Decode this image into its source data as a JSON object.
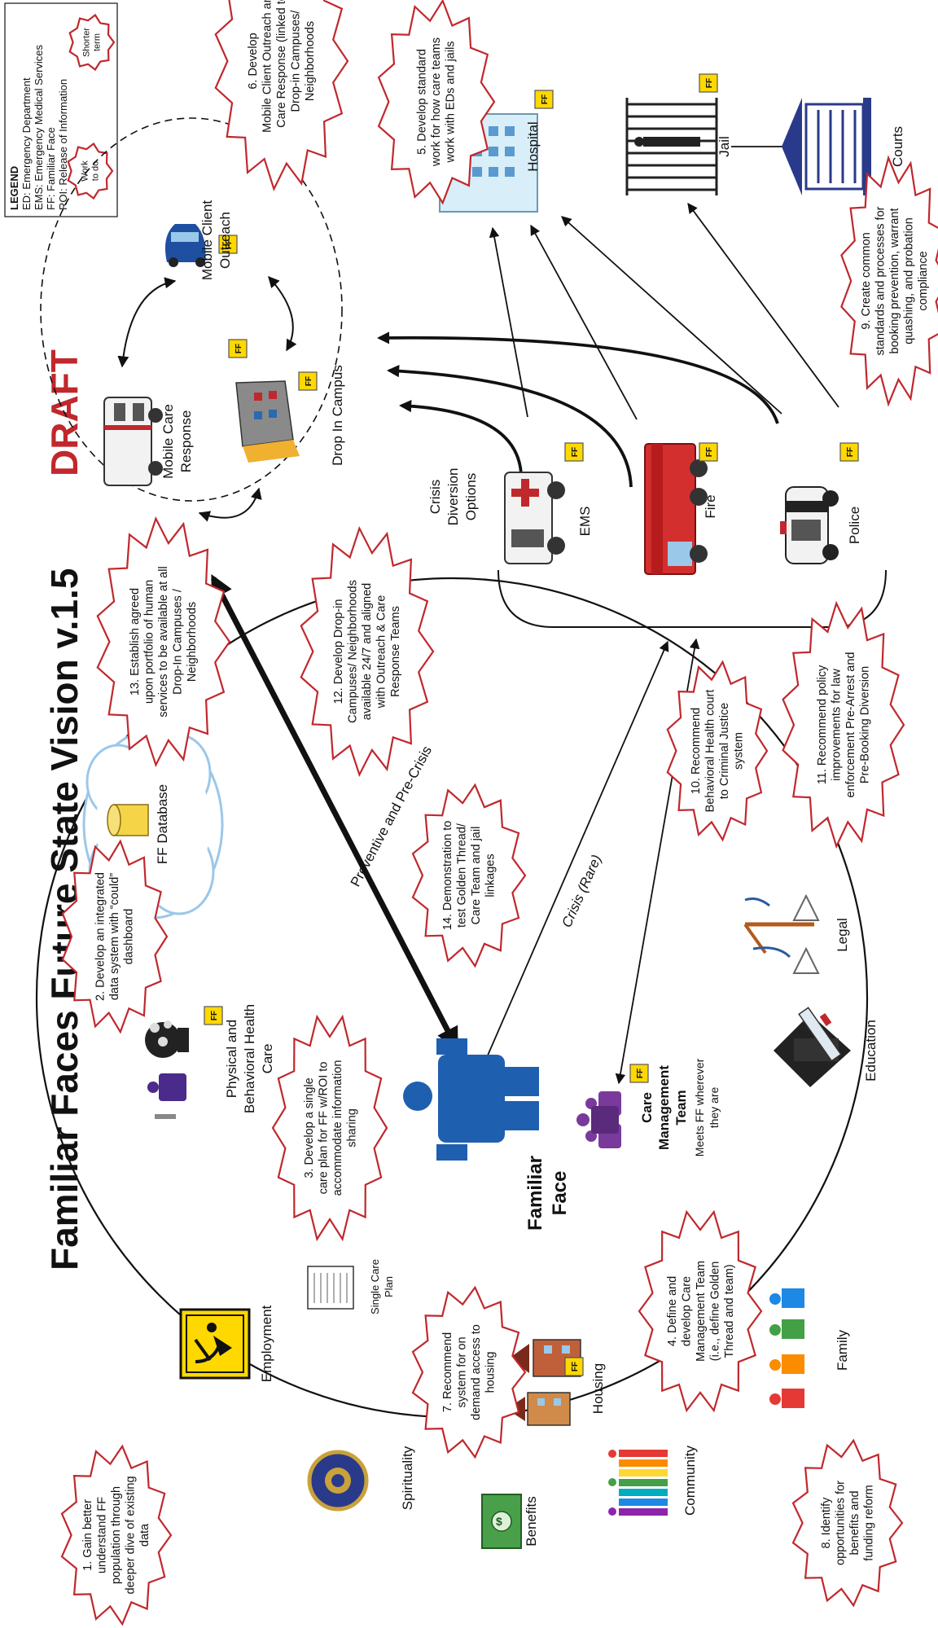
{
  "title": {
    "main": "Familiar Faces Future State Vision v.1.5",
    "draft": "DRAFT"
  },
  "legend": {
    "heading": "LEGEND",
    "entries": [
      "ED: Emergency Department",
      "EMS: Emergency Medical Services",
      "FF: Familiar Face",
      "ROI: Release of Information"
    ],
    "work_to_do": [
      "Work",
      "to do"
    ],
    "shorter_term": [
      "Shorter",
      "term"
    ]
  },
  "badge": "FF",
  "nodes": {
    "familiar_face": [
      "Familiar",
      "Face"
    ],
    "physical_behavioral": [
      "Physical and",
      "Behavioral Health",
      "Care"
    ],
    "employment": "Employment",
    "spirituality": "Spirituality",
    "benefits": "Benefits",
    "community": "Community",
    "family": "Family",
    "education": "Education",
    "legal": "Legal",
    "housing": "Housing",
    "single_care_plan": [
      "Single Care",
      "Plan"
    ],
    "care_management_team": [
      "Care",
      "Management",
      "Team"
    ],
    "care_management_sub": [
      "Meets FF wherever",
      "they are"
    ],
    "ff_database": "FF Database",
    "mobile_care_response": [
      "Mobile Care",
      "Response"
    ],
    "mobile_client_outreach": [
      "Mobile Client",
      "Outreach"
    ],
    "drop_in_campus": "Drop In Campus",
    "crisis_diversion": [
      "Crisis",
      "Diversion",
      "Options"
    ],
    "ems": "EMS",
    "fire": "Fire",
    "police": "Police",
    "hospital": "Hospital",
    "jail": "Jail",
    "courts": "Courts"
  },
  "arrow_labels": {
    "preventive": "Preventive and Pre-Crisis",
    "crisis": "Crisis (Rare)"
  },
  "bursts": [
    {
      "id": "b1",
      "lines": [
        "1. Gain better",
        "understand FF",
        "population through",
        "deeper dive of existing",
        "data"
      ]
    },
    {
      "id": "b2",
      "lines": [
        "2. Develop an integrated",
        "data system with “could”",
        "dashboard"
      ]
    },
    {
      "id": "b3",
      "lines": [
        "3. Develop a single",
        "care plan for FF w/ROI to",
        "accommodate information",
        "sharing"
      ]
    },
    {
      "id": "b4",
      "lines": [
        "4. Define and",
        "develop Care",
        "Management Team",
        "(i.e., define Golden",
        "Thread and team)"
      ]
    },
    {
      "id": "b5",
      "lines": [
        "5. Develop standard",
        "work for how care teams",
        "work with EDs and jails"
      ]
    },
    {
      "id": "b6",
      "lines": [
        "6. Develop",
        "Mobile Client Outreach and",
        "Care Response (linked to",
        "Drop-in Campuses/",
        "Neighborhoods"
      ]
    },
    {
      "id": "b7",
      "lines": [
        "7. Recommend",
        "system for on",
        "demand access to",
        "housing"
      ]
    },
    {
      "id": "b8",
      "lines": [
        "8. Identify",
        "opportunities for",
        "benefits and",
        "funding reform"
      ]
    },
    {
      "id": "b9",
      "lines": [
        "9. Create common",
        "standards and processes for",
        "booking prevention, warrant",
        "quashing, and probation",
        "compliance"
      ]
    },
    {
      "id": "b10",
      "lines": [
        "10. Recommend",
        "Behavioral Health court",
        "to Criminal Justice",
        "system"
      ]
    },
    {
      "id": "b11",
      "lines": [
        "11. Recommend policy",
        "improvements for law",
        "enforcement Pre-Arrest and",
        "Pre-Booking Diversion"
      ]
    },
    {
      "id": "b12",
      "lines": [
        "12. Develop Drop-in",
        "Campuses/ Neighborhoods",
        "available 24/7 and aligned",
        "with Outreach & Care",
        "Response Teams"
      ]
    },
    {
      "id": "b13",
      "lines": [
        "13. Establish agreed",
        "upon portfolio of human",
        "services to be available at all",
        "Drop-In Campuses /",
        "Neighborhoods"
      ]
    },
    {
      "id": "b14",
      "lines": [
        "14. Demonstration to",
        "test Golden Thread/",
        "Care Team and jail",
        "linkages"
      ]
    }
  ],
  "colors": {
    "draft_red": "#c0282d",
    "burst_red": "#c0282d",
    "badge_yellow": "#ffd800",
    "figure_blue": "#1f5fb0",
    "cloud_blue": "#9cc7e8",
    "db_yellow": "#f5d547",
    "care_team_purple": "#7a3a9c"
  }
}
